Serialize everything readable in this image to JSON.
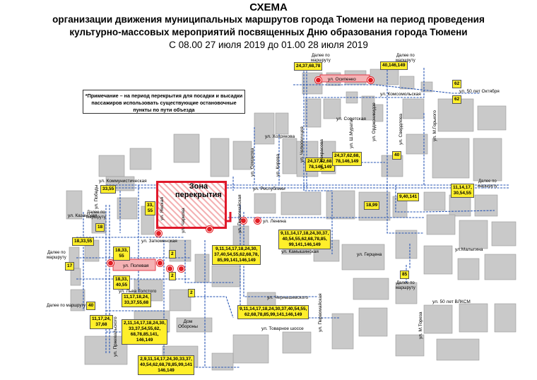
{
  "header": {
    "title": "СХЕМА",
    "line1": "организации движения муниципальных маршрутов города Тюмени на период проведения",
    "line2": "культурно-массовых мероприятий посвященных Дню образования города Тюмени",
    "line3": "С 08.00 27 июля 2019 до 01.00 28 июля 2019"
  },
  "note": "*Примечание – на период перекрытия для посадки и высадки пассажиров использовать существующие остановочные пункты по пути объезда",
  "zone_label": "Зона\nперекрытия",
  "further_text": "Далее по\nмаршруту",
  "badges": [
    {
      "id": "b1",
      "text": "24,37,68,78"
    },
    {
      "id": "b2",
      "text": "40,146,149"
    },
    {
      "id": "b3",
      "text": "62"
    },
    {
      "id": "b4",
      "text": "62"
    },
    {
      "id": "b5",
      "text": "24,37,62,68,\n78,146,149"
    },
    {
      "id": "b6",
      "text": "24,37,62,68,\n78,146,149"
    },
    {
      "id": "b7",
      "text": "40"
    },
    {
      "id": "b8",
      "text": "33,55"
    },
    {
      "id": "b9",
      "text": "33,\n55"
    },
    {
      "id": "b10",
      "text": "18"
    },
    {
      "id": "b11",
      "text": "18,33,55"
    },
    {
      "id": "b12",
      "text": "18,33,\n55"
    },
    {
      "id": "b13",
      "text": "17"
    },
    {
      "id": "b14",
      "text": "18,33,\n40,55"
    },
    {
      "id": "b15",
      "text": "2"
    },
    {
      "id": "b16",
      "text": "2"
    },
    {
      "id": "b17",
      "text": "2"
    },
    {
      "id": "b18",
      "text": "9,11,14,17,18,24,30,\n37,40,54,55,62,68,78,\n85,99,141,146,149"
    },
    {
      "id": "b19",
      "text": "9,11,14,17,18,24,30,37,\n40,54,55,62,68,78,85,\n99,141,146,149"
    },
    {
      "id": "b20",
      "text": "18,99"
    },
    {
      "id": "b21",
      "text": "9,40,141"
    },
    {
      "id": "b22",
      "text": "11,14,17,\n30,54,55"
    },
    {
      "id": "b23",
      "text": "85"
    },
    {
      "id": "b24",
      "text": "11,17,18,24,\n33,37,55,68"
    },
    {
      "id": "b25",
      "text": "40"
    },
    {
      "id": "b26",
      "text": "11,17,24,\n37,68"
    },
    {
      "id": "b27",
      "text": "2,11,14,17,18,24,30,\n33,37,54,55,62,\n68,78,85,141,\n146,149"
    },
    {
      "id": "b28",
      "text": "9,11,14,17,18,24,30,37,40,54,55,\n62,68,78,85,99,141,146,149"
    },
    {
      "id": "b29",
      "text": "2,9,11,14,17,24,30,33,37,\n40,54,62,68,78,85,99,141\n146,149"
    }
  ],
  "streets": [
    {
      "id": "s1",
      "text": "ул. Осипенко"
    },
    {
      "id": "s2",
      "text": "ул. Комсомольская"
    },
    {
      "id": "s3",
      "text": "ул. 50 лет Октября"
    },
    {
      "id": "s4",
      "text": "ул. Советская"
    },
    {
      "id": "s5",
      "text": "ул. Хохрякова"
    },
    {
      "id": "s6",
      "text": "ул. М.Горького"
    },
    {
      "id": "s7",
      "text": "ул. Коммунистическая"
    },
    {
      "id": "s8",
      "text": "ул. Республики"
    },
    {
      "id": "s9",
      "text": "ул. Ленина"
    },
    {
      "id": "s10",
      "text": "ул. Казанская"
    },
    {
      "id": "s11",
      "text": "ул. Затюменская"
    },
    {
      "id": "s12",
      "text": "ул. Полевая"
    },
    {
      "id": "s13",
      "text": "ул. Камышинская"
    },
    {
      "id": "s14",
      "text": "ул. Герцена"
    },
    {
      "id": "s15",
      "text": "ул.Малыгина"
    },
    {
      "id": "s16",
      "text": "ул. Льва Толстого"
    },
    {
      "id": "s17",
      "text": "ул. Чернышевского"
    },
    {
      "id": "s18",
      "text": "ул. 50 лет ВЛКСМ"
    },
    {
      "id": "s19",
      "text": "Дом\nОбороны"
    },
    {
      "id": "s20",
      "text": "ул. Товарное шоссе"
    },
    {
      "id": "s21",
      "text": "ул. Пржевальского"
    },
    {
      "id": "s22",
      "text": "ул. Ямская"
    },
    {
      "id": "s23",
      "text": "ул. Орджоникидзе"
    },
    {
      "id": "s24",
      "text": "ул. Первомайская"
    },
    {
      "id": "s25",
      "text": "ул. Семакова"
    },
    {
      "id": "s26",
      "text": "ул. Кирова"
    },
    {
      "id": "s27",
      "text": "ул. Челюскинцев"
    },
    {
      "id": "s28",
      "text": "ул. Свердлова"
    },
    {
      "id": "s29",
      "text": "ул. Первомайская"
    },
    {
      "id": "s30",
      "text": "ул. М.Тореза"
    },
    {
      "id": "s31",
      "text": "ул. Победы"
    },
    {
      "id": "s32",
      "text": "ул. Некрасова"
    },
    {
      "id": "s33",
      "text": "ул. Ш.Мурата"
    },
    {
      "id": "s34",
      "text": "ул. Чаркова"
    }
  ],
  "colors": {
    "route": "#2a57b4",
    "building": "#c9c9c9",
    "badge": "#ffef2a",
    "zone": "#e0192b"
  }
}
